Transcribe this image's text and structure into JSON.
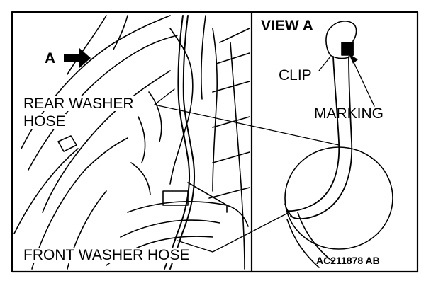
{
  "figure": {
    "arrow_marker": "A",
    "view_label": "VIEW A",
    "labels": {
      "rear_washer_hose_line1": "REAR WASHER",
      "rear_washer_hose_line2": "HOSE",
      "front_washer_hose": "FRONT WASHER HOSE",
      "clip": "CLIP",
      "marking": "MARKING"
    },
    "reference_code": "AC211878 AB"
  }
}
